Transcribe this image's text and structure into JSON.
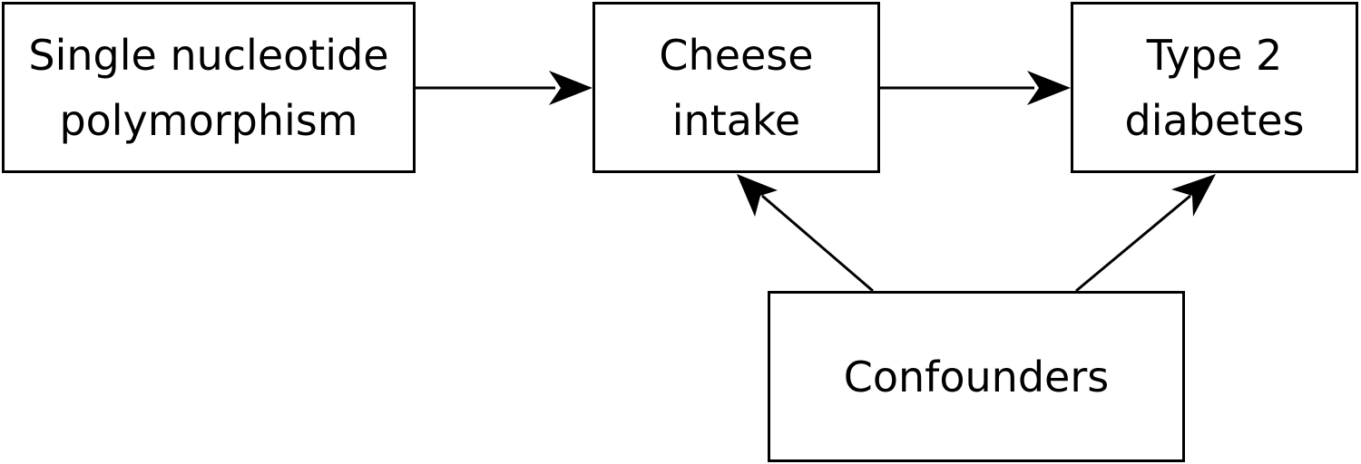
{
  "nodes": {
    "snp": {
      "line1": "Single nucleotide",
      "line2": "polymorphism"
    },
    "cheese": {
      "line1": "Cheese",
      "line2": "intake"
    },
    "diabetes": {
      "line1": "Type 2",
      "line2": "diabetes"
    },
    "confounders": {
      "label": "Confounders"
    }
  },
  "edges": [
    {
      "from": "snp",
      "to": "cheese"
    },
    {
      "from": "cheese",
      "to": "diabetes"
    },
    {
      "from": "confounders",
      "to": "cheese"
    },
    {
      "from": "confounders",
      "to": "diabetes"
    }
  ],
  "colors": {
    "stroke": "#000000",
    "background": "#ffffff"
  }
}
